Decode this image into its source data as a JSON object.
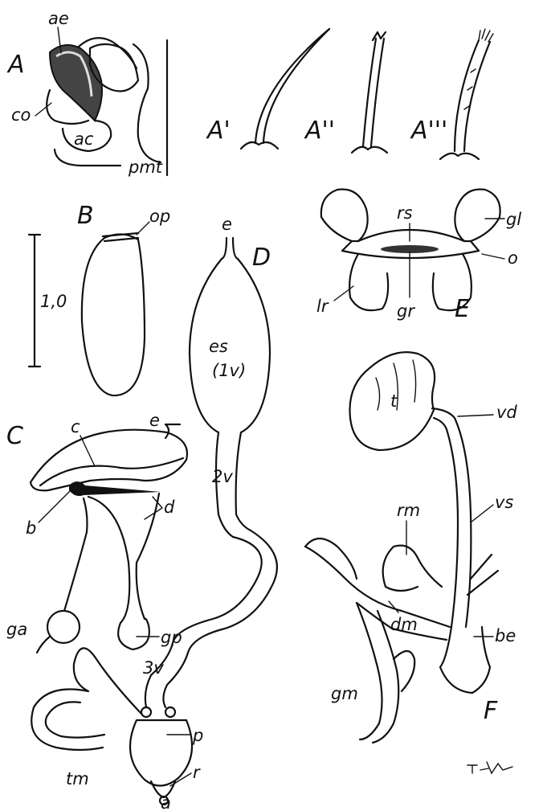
{
  "figure": {
    "panels": [
      {
        "id": "A",
        "label": "A",
        "parts": [
          "ae",
          "co",
          "ac",
          "pmt"
        ]
      },
      {
        "id": "A1",
        "label": "A'"
      },
      {
        "id": "A2",
        "label": "A''"
      },
      {
        "id": "A3",
        "label": "A'''"
      },
      {
        "id": "B",
        "label": "B",
        "parts": [
          "op"
        ]
      },
      {
        "id": "C",
        "label": "C",
        "parts": [
          "c",
          "e",
          "b",
          "d",
          "ga",
          "gp"
        ]
      },
      {
        "id": "D",
        "label": "D",
        "parts": [
          "e",
          "es",
          "(1v)",
          "2v",
          "3v",
          "p",
          "r",
          "a",
          "tm"
        ]
      },
      {
        "id": "E",
        "label": "E",
        "parts": [
          "rs",
          "gl",
          "o",
          "lr",
          "gr"
        ]
      },
      {
        "id": "F",
        "label": "F",
        "parts": [
          "t",
          "vd",
          "vs",
          "rm",
          "dm",
          "be",
          "gm"
        ]
      }
    ],
    "scale_bar": {
      "label": "1,0"
    },
    "signature": "To-Tui"
  }
}
